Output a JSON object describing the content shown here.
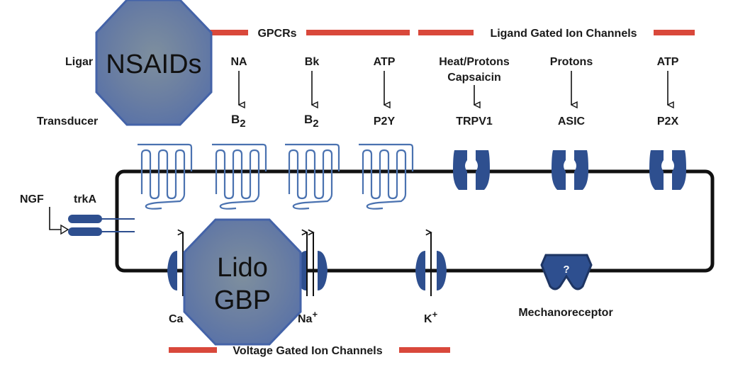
{
  "groups": {
    "gpcrs": "GPCRs",
    "ligand_gated": "Ligand Gated Ion Channels",
    "voltage_gated": "Voltage Gated Ion Channels"
  },
  "rows": {
    "ligand_label": "Ligar",
    "transducer_label": "Transducer"
  },
  "ligands": {
    "na": "NA",
    "bk": "Bk",
    "atp1": "ATP",
    "heat_line1": "Heat/Protons",
    "heat_line2": "Capsaicin",
    "protons": "Protons",
    "atp2": "ATP"
  },
  "receptors": {
    "b2_first": "B",
    "b2_first_sub": "2",
    "b2_second": "B",
    "b2_second_sub": "2",
    "p2y": "P2Y",
    "trpv1": "TRPV1",
    "asic": "ASIC",
    "p2x": "P2X"
  },
  "ngf": {
    "ligand": "NGF",
    "receptor": "trkA"
  },
  "ions": {
    "ca": "Ca",
    "na": "Na",
    "na_sup": "+",
    "k": "K",
    "k_sup": "+"
  },
  "mechano": {
    "symbol": "?",
    "label": "Mechanoreceptor"
  },
  "overlays": {
    "nsaids": "NSAIDs",
    "lido": "Lido",
    "gbp": "GBP"
  },
  "colors": {
    "red_bar": "#d9483b",
    "channel_blue": "#2e4f8f",
    "gpcr_blue": "#4a72b0",
    "octagon_fill": "#6a7fa6",
    "octagon_stroke": "#4463a8"
  }
}
